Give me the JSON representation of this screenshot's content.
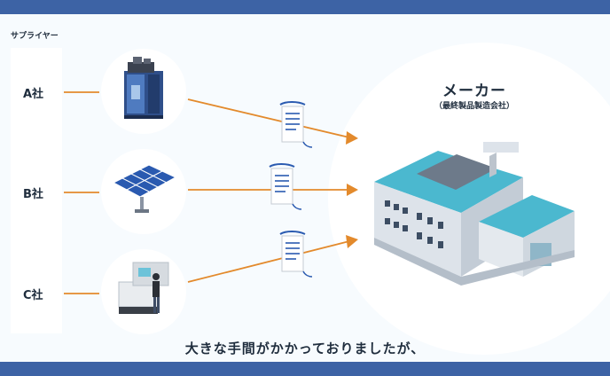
{
  "suppliers": {
    "title": "サプライヤー",
    "companies": [
      {
        "label": "A社"
      },
      {
        "label": "B社"
      },
      {
        "label": "C社"
      }
    ]
  },
  "maker": {
    "title": "メーカー",
    "subtitle": "（最終製品製造会社）"
  },
  "caption": "大きな手間がかかっておりましたが、",
  "colors": {
    "bar": "#3d63a5",
    "arrow": "#e38a2c",
    "accent_teal": "#4bb8cf",
    "text": "#1f2d3d"
  }
}
